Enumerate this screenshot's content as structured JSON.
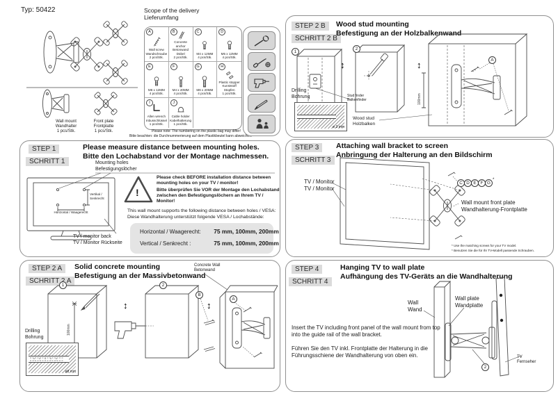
{
  "doc": {
    "type_label": "Typ: 50422"
  },
  "colors": {
    "badge_bg": "#dbdbdb",
    "panel_border": "#909090",
    "vesa_box_bg": "#e4e4e4",
    "tool_tile_bg": "#d6d6d6",
    "line_art": "#4a4a4a"
  },
  "overview": {
    "wall_mount": {
      "line1": "Wall mount",
      "line2": "Wandhalter",
      "qty": "1 pcs/Stk."
    },
    "front_plate": {
      "line1": "Front plate",
      "line2": "Frontplatte",
      "qty": "1 pcs/Stk."
    }
  },
  "delivery": {
    "title_en": "Scope of the delivery",
    "title_de": "Lieferumfang",
    "parts": [
      {
        "id": "A",
        "line1": "Wall screw",
        "line2": "Wandschraube",
        "qty": "2 pcs/Stk."
      },
      {
        "id": "B",
        "line1": "Concrete anchor",
        "line2": "Betonwand Dübel",
        "qty": "2 pcs/Stk."
      },
      {
        "id": "C",
        "line1": "M4 x 12MM",
        "line2": "",
        "qty": "4 pcs/Stk."
      },
      {
        "id": "D",
        "line1": "M5 x 12MM",
        "line2": "",
        "qty": "4 pcs/Stk."
      },
      {
        "id": "E",
        "line1": "M6 x 12MM",
        "line2": "",
        "qty": "4 pcs/Stk."
      },
      {
        "id": "F",
        "line1": "M4 x 20MM",
        "line2": "",
        "qty": "4 pcs/Stk."
      },
      {
        "id": "G",
        "line1": "M6 x 20MM",
        "line2": "",
        "qty": "4 pcs/Stk."
      },
      {
        "id": "H",
        "line1": "Plastic stopper",
        "line2": "Kunststoff Stopfen",
        "qty": "1 pcs/Stk."
      },
      {
        "id": "I",
        "line1": "Allen wrench",
        "line2": "Inbusschlüssel",
        "qty": "1 pcs/Stk."
      },
      {
        "id": "J",
        "line1": "Cable holder",
        "line2": "Kabelhalterung",
        "qty": "1 pcs/Stk."
      }
    ],
    "note_en": "Please note: The numbering on the plastic bag may differ!",
    "note_de": "Bitte beachten: die Durchnummerierung auf dem Plastikbeutel kann abweichen!",
    "tools": [
      "wrench",
      "screwdriver",
      "drill",
      "pencil",
      "two-persons"
    ]
  },
  "step1": {
    "badge_en": "STEP 1",
    "badge_de": "SCHRITT 1",
    "title_en": "Please measure distance between mounting holes.",
    "title_de": "Bitte den Lochabstand vor der Montage nachmessen.",
    "holes_en": "Mounting holes",
    "holes_de": "Befestigungslöcher",
    "dim_h": "Horizontal / Waagerecht",
    "dim_v": "Vertikal / Senkrecht",
    "tv_back_en": "TV / monitor back",
    "tv_back_de": "TV / Monitor Rückseite",
    "warning_mark": "!",
    "warning_en": "Please check BEFORE installation distance between mounting holes on your TV / monitor!",
    "warning_de": "Bitte überprüfen Sie VOR der Montage den Lochabstand zwischen den Befestigungslöchern an Ihrem TV / Monitor!",
    "supports_en": "This wall mount supports the following distance between holes / VESA:",
    "supports_de": "Diese Wandhalterung unterstützt folgende VESA / Lochabstände:",
    "vesa_h_label": "Horizontal / Waagerecht:",
    "vesa_h_values": "75 mm, 100mm, 200mm",
    "vesa_v_label": "Vertical / Senkrecht :",
    "vesa_v_values": "75 mm, 100mm, 200mm"
  },
  "step2a": {
    "badge_en": "STEP 2 A",
    "badge_de": "SCHRITT 2 A",
    "title_en": "Solid concrete mounting",
    "title_de": "Befestigung an der Massivbetonwand",
    "fig1": "1",
    "fig2": "2",
    "arrow": "↕",
    "concrete_en": "Concrete Wall",
    "concrete_de": "Betonwand",
    "drilling_en": "Drilling",
    "drilling_de": "Bohrung",
    "drill_dia": "ø8 mm",
    "dim": "100mm",
    "part_a": "A",
    "part_b": "B"
  },
  "step2b": {
    "badge_en": "STEP 2 B",
    "badge_de": "SCHRITT 2 B",
    "title_en": "Wood stud mounting",
    "title_de": "Befestigung an der Holzbalkenwand",
    "fig1": "1",
    "fig2": "2",
    "arrow": "↕",
    "studfinder_en": "Stud finder",
    "studfinder_de": "Balkenfinder",
    "drilling_en": "Drilling",
    "drilling_de": "Bohrung",
    "drill_dia": "ø 3 mm",
    "woodstud_en": "Wood stud",
    "woodstud_de": "Holzbalken",
    "dim": "100mm",
    "part_a": "A"
  },
  "step3": {
    "badge_en": "STEP 3",
    "badge_de": "SCHRITT 3",
    "title_en": "Attaching wall bracket to screen",
    "title_de": "Anbringung der Halterung an den Bildschirm",
    "tv_en": "TV / Monitor",
    "tv_de": "TV / Monitor",
    "screw_ids": [
      "C",
      "D",
      "E",
      "F",
      "G"
    ],
    "asterisk": "*",
    "plate_en": "Wall mount front plate",
    "plate_de": "Wandhalterung-Frontplatte",
    "note_en": "* Use the matching screws for your TV model.",
    "note_de": "* Benutzen Sie die für Ihr TV-Modell passende Schrauben."
  },
  "step4": {
    "badge_en": "STEP 4",
    "badge_de": "SCHRITT 4",
    "title_en": "Hanging TV to wall plate",
    "title_de": "Aufhängung des TV-Geräts an die Wandhalterung",
    "wall_en": "Wall",
    "wall_de": "Wand",
    "plate_en": "Wall plate",
    "plate_de": "Wandplatte",
    "tv_en": "TV",
    "tv_de": "Fernseher",
    "fig": "2",
    "body_en": "Insert the TV including front panel of the wall mount from top into the guide rail of the wall bracket.",
    "body_de": "Führen Sie den TV inkl. Frontplatte der Halterung in die Führungsschiene der Wandhalterung von oben ein."
  }
}
